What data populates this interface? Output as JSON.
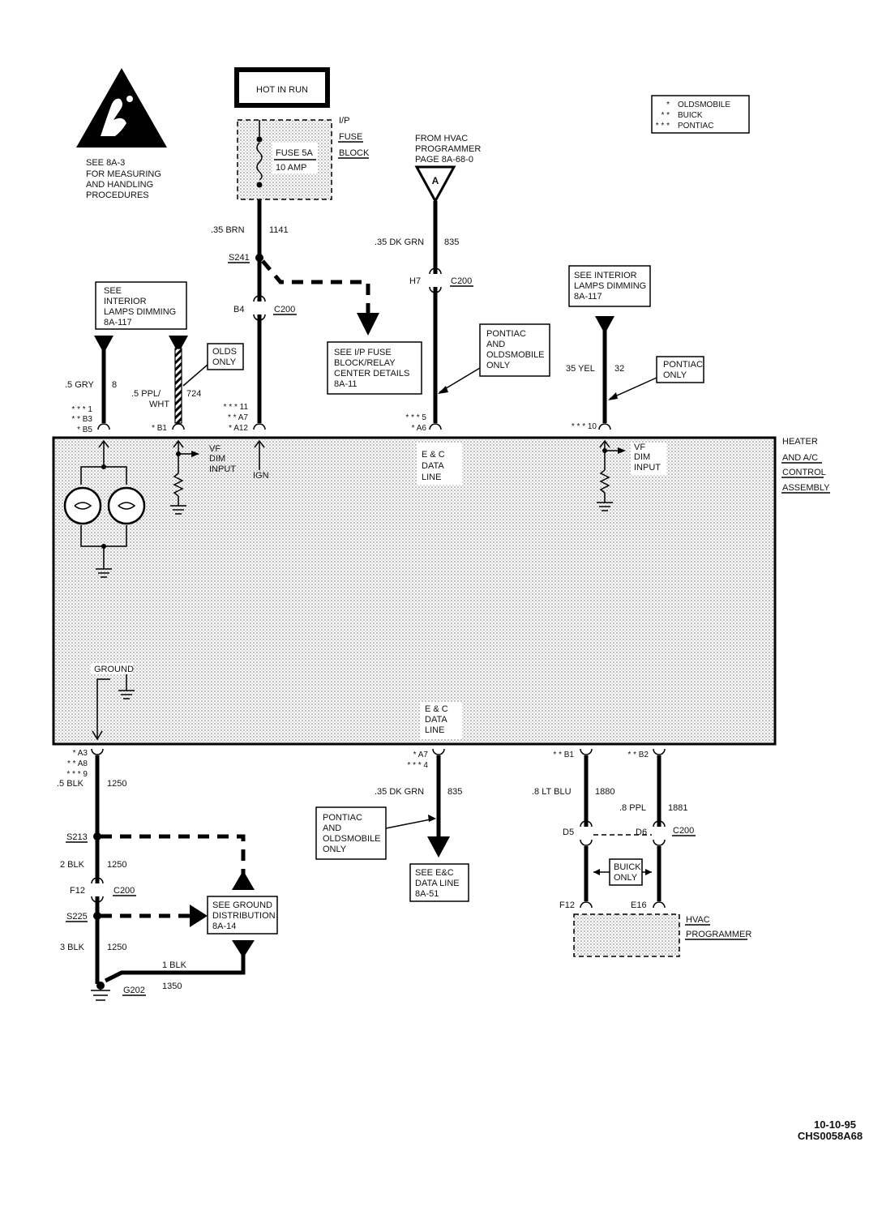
{
  "esd": {
    "lines": [
      "SEE 8A-3",
      "FOR MEASURING",
      "AND HANDLING",
      "PROCEDURES"
    ]
  },
  "hot_in_run": "HOT IN RUN",
  "fuse_block": {
    "label_lines": [
      "I/P",
      "FUSE",
      "BLOCK"
    ],
    "fuse_name": "FUSE 5A",
    "fuse_rating": "10 AMP"
  },
  "legend": [
    {
      "marker": "*",
      "label": "OLDSMOBILE"
    },
    {
      "marker": "* *",
      "label": "BUICK"
    },
    {
      "marker": "* * *",
      "label": "PONTIAC"
    }
  ],
  "hvac_source": {
    "lines": [
      "FROM HVAC",
      "PROGRAMMER",
      "PAGE 8A-68-0"
    ],
    "connector": "A"
  },
  "wires": {
    "ign_feed": {
      "gauge": ".35 BRN",
      "circuit": "1141"
    },
    "data_top": {
      "gauge": ".35 DK GRN",
      "circuit": "835"
    },
    "gry": {
      "gauge": ".5 GRY",
      "circuit": "8"
    },
    "ppl_wht": {
      "gauge": ".5 PPL/",
      "gauge2": "WHT",
      "circuit": "724"
    },
    "yel": {
      "gauge": "35 YEL",
      "circuit": "32"
    },
    "ground": {
      "gauge": ".5 BLK",
      "circuit": "1250"
    },
    "data_bottom": {
      "gauge": ".35 DK GRN",
      "circuit": "835"
    },
    "lt_blu": {
      "gauge": ".8 LT BLU",
      "circuit": "1880"
    },
    "ppl": {
      "gauge": ".8 PPL",
      "circuit": "1881"
    },
    "blk2": {
      "gauge": "2 BLK",
      "circuit": "1250"
    },
    "blk3": {
      "gauge": "3 BLK",
      "circuit": "1250"
    },
    "blk1": {
      "gauge": "1 BLK",
      "circuit": "1350"
    }
  },
  "splices": {
    "s241": "S241",
    "s213": "S213",
    "s225": "S225",
    "g202": "G202"
  },
  "connectors": {
    "b4": "B4",
    "c200": "C200",
    "h7": "H7",
    "d5": "D5",
    "d6": "D6",
    "f12": "F12",
    "f12_hvac": "F12",
    "e16": "E16"
  },
  "refs": {
    "ip_fuse": [
      "SEE I/P FUSE",
      "BLOCK/RELAY",
      "CENTER DETAILS",
      "8A-11"
    ],
    "dimming_left": [
      "SEE",
      "INTERIOR",
      "LAMPS DIMMING",
      "8A-117"
    ],
    "dimming_right": [
      "SEE INTERIOR",
      "LAMPS DIMMING",
      "8A-117"
    ],
    "olds_only": [
      "OLDS",
      "ONLY"
    ],
    "pontiac_olds_top": [
      "PONTIAC",
      "AND",
      "OLDSMOBILE",
      "ONLY"
    ],
    "pontiac_only": [
      "PONTIAC",
      "ONLY"
    ],
    "pontiac_olds_bottom": [
      "PONTIAC",
      "AND",
      "OLDSMOBILE",
      "ONLY"
    ],
    "data_line": [
      "SEE E&C",
      "DATA LINE",
      "8A-51"
    ],
    "ground_dist": [
      "SEE GROUND",
      "DISTRIBUTION",
      "8A-14"
    ],
    "buick_only": [
      "BUICK",
      "ONLY"
    ]
  },
  "pins": {
    "gry": [
      "* * * 1",
      "* * B3",
      "* B5"
    ],
    "ppl_wht": "* B1",
    "ign": [
      "* * * 11",
      "* * A7",
      "* A12"
    ],
    "data_top": [
      "* * * 5",
      "* A6"
    ],
    "yel": "* * * 10",
    "ground": [
      "* A3",
      "* * A8",
      "* * * 9"
    ],
    "data_bottom": [
      "* A7",
      "* * * 4"
    ],
    "b1": "* * B1",
    "b2": "* * B2"
  },
  "module": {
    "name_lines": [
      "HEATER",
      "AND A/C",
      "CONTROL",
      "ASSEMBLY"
    ],
    "vf_left": [
      "VF",
      "DIM",
      "INPUT"
    ],
    "ign": "IGN",
    "data_top": [
      "E & C",
      "DATA",
      "LINE"
    ],
    "vf_right": [
      "VF",
      "DIM",
      "INPUT"
    ],
    "ground": "GROUND",
    "data_bottom": [
      "E & C",
      "DATA",
      "LINE"
    ]
  },
  "hvac_programmer": [
    "HVAC",
    "PROGRAMMER"
  ],
  "footer": {
    "date": "10-10-95",
    "code": "CHS0058A68"
  }
}
